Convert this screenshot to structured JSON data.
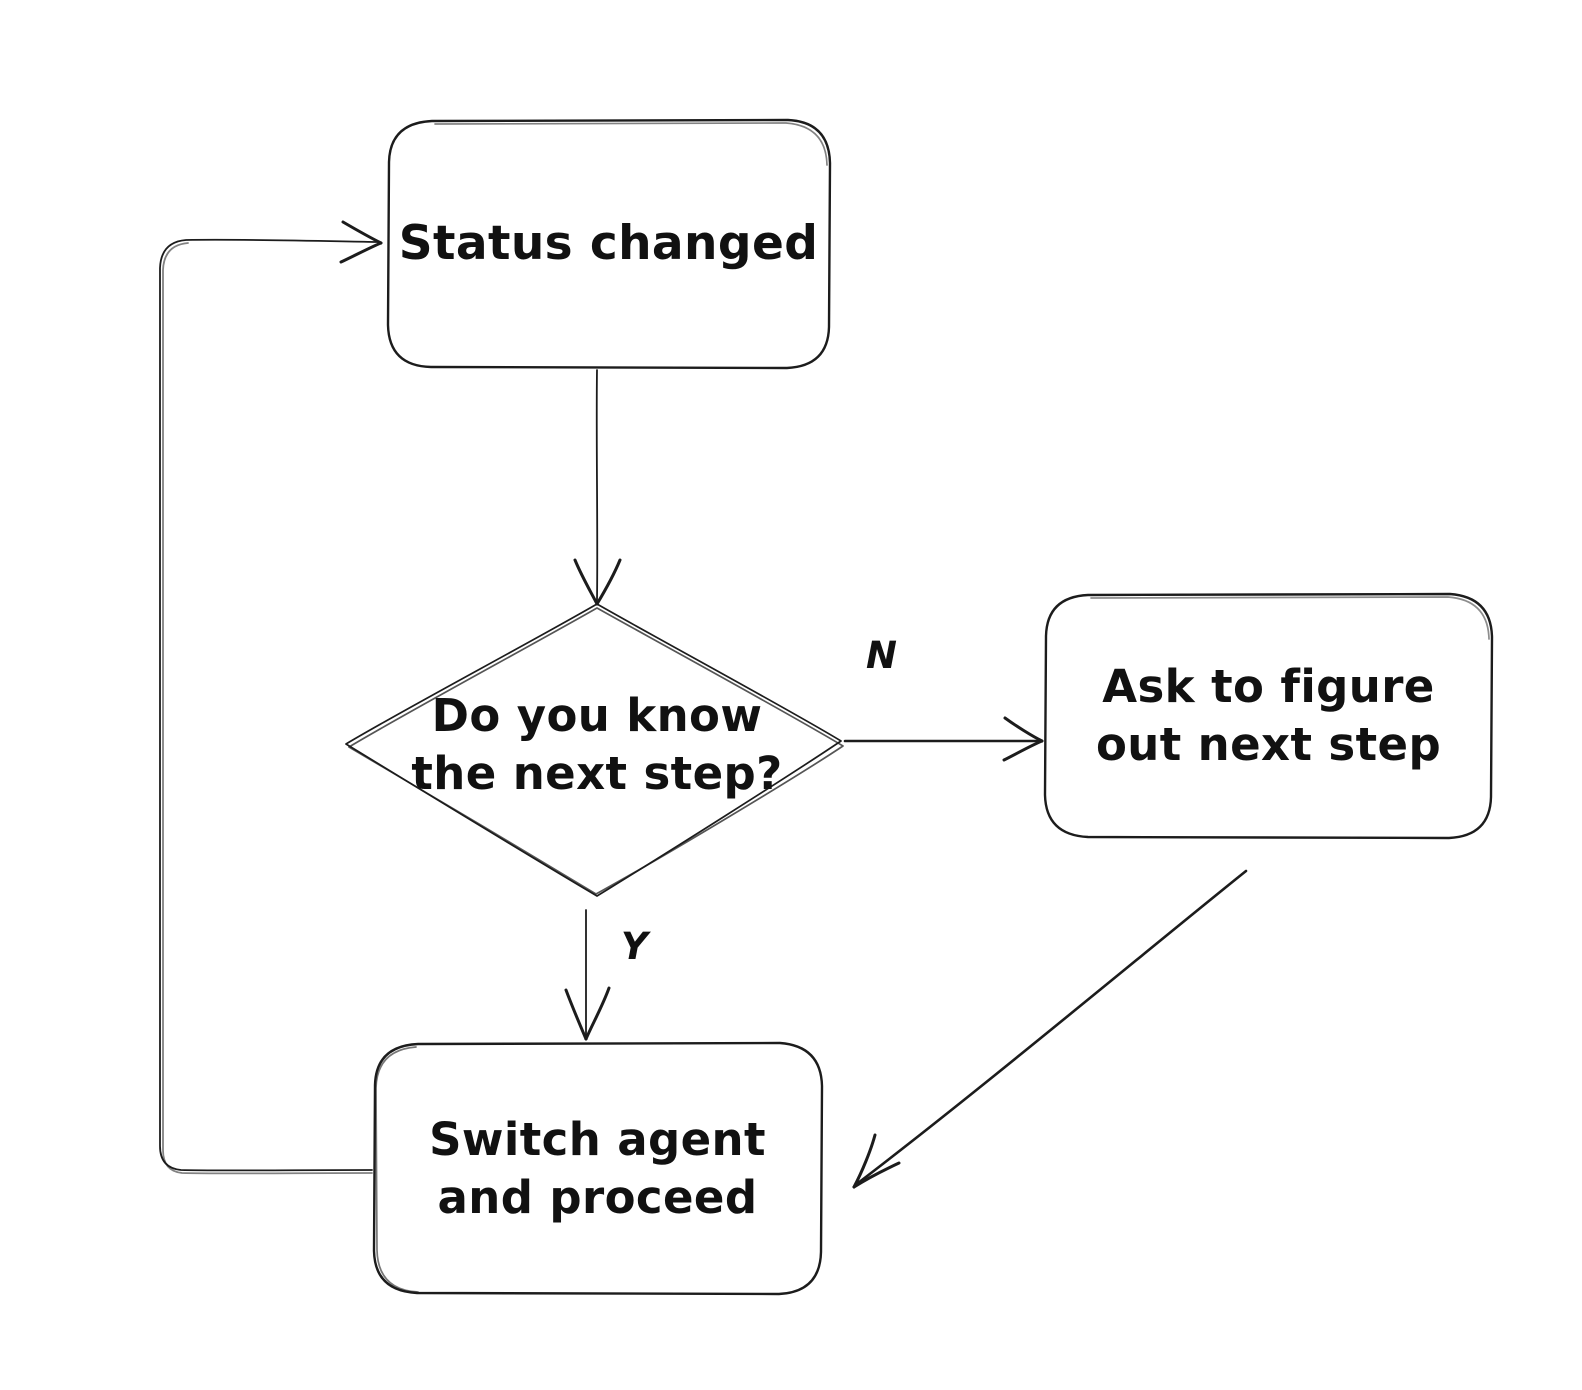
{
  "diagram": {
    "title": "Agent status-change handling flowchart",
    "style": "hand-drawn",
    "background_color": "#ffffff",
    "stroke_color": "#1c1c1c",
    "text_color": "#111111",
    "nodes": [
      {
        "id": "status-changed",
        "shape": "rounded-rectangle",
        "label": "Status changed"
      },
      {
        "id": "decision",
        "shape": "diamond",
        "label": "Do you know\nthe next step?"
      },
      {
        "id": "ask-next-step",
        "shape": "rounded-rectangle",
        "label": "Ask to figure\nout next step"
      },
      {
        "id": "switch-agent",
        "shape": "rounded-rectangle",
        "label": "Switch agent\nand proceed"
      }
    ],
    "edges": [
      {
        "id": "status-to-decision",
        "from": "status-changed",
        "to": "decision",
        "label": ""
      },
      {
        "id": "decision-to-ask",
        "from": "decision",
        "to": "ask-next-step",
        "label": "N"
      },
      {
        "id": "decision-to-switch",
        "from": "decision",
        "to": "switch-agent",
        "label": "Y"
      },
      {
        "id": "ask-to-switch",
        "from": "ask-next-step",
        "to": "switch-agent",
        "label": ""
      },
      {
        "id": "switch-to-status",
        "from": "switch-agent",
        "to": "status-changed",
        "label": ""
      }
    ]
  }
}
